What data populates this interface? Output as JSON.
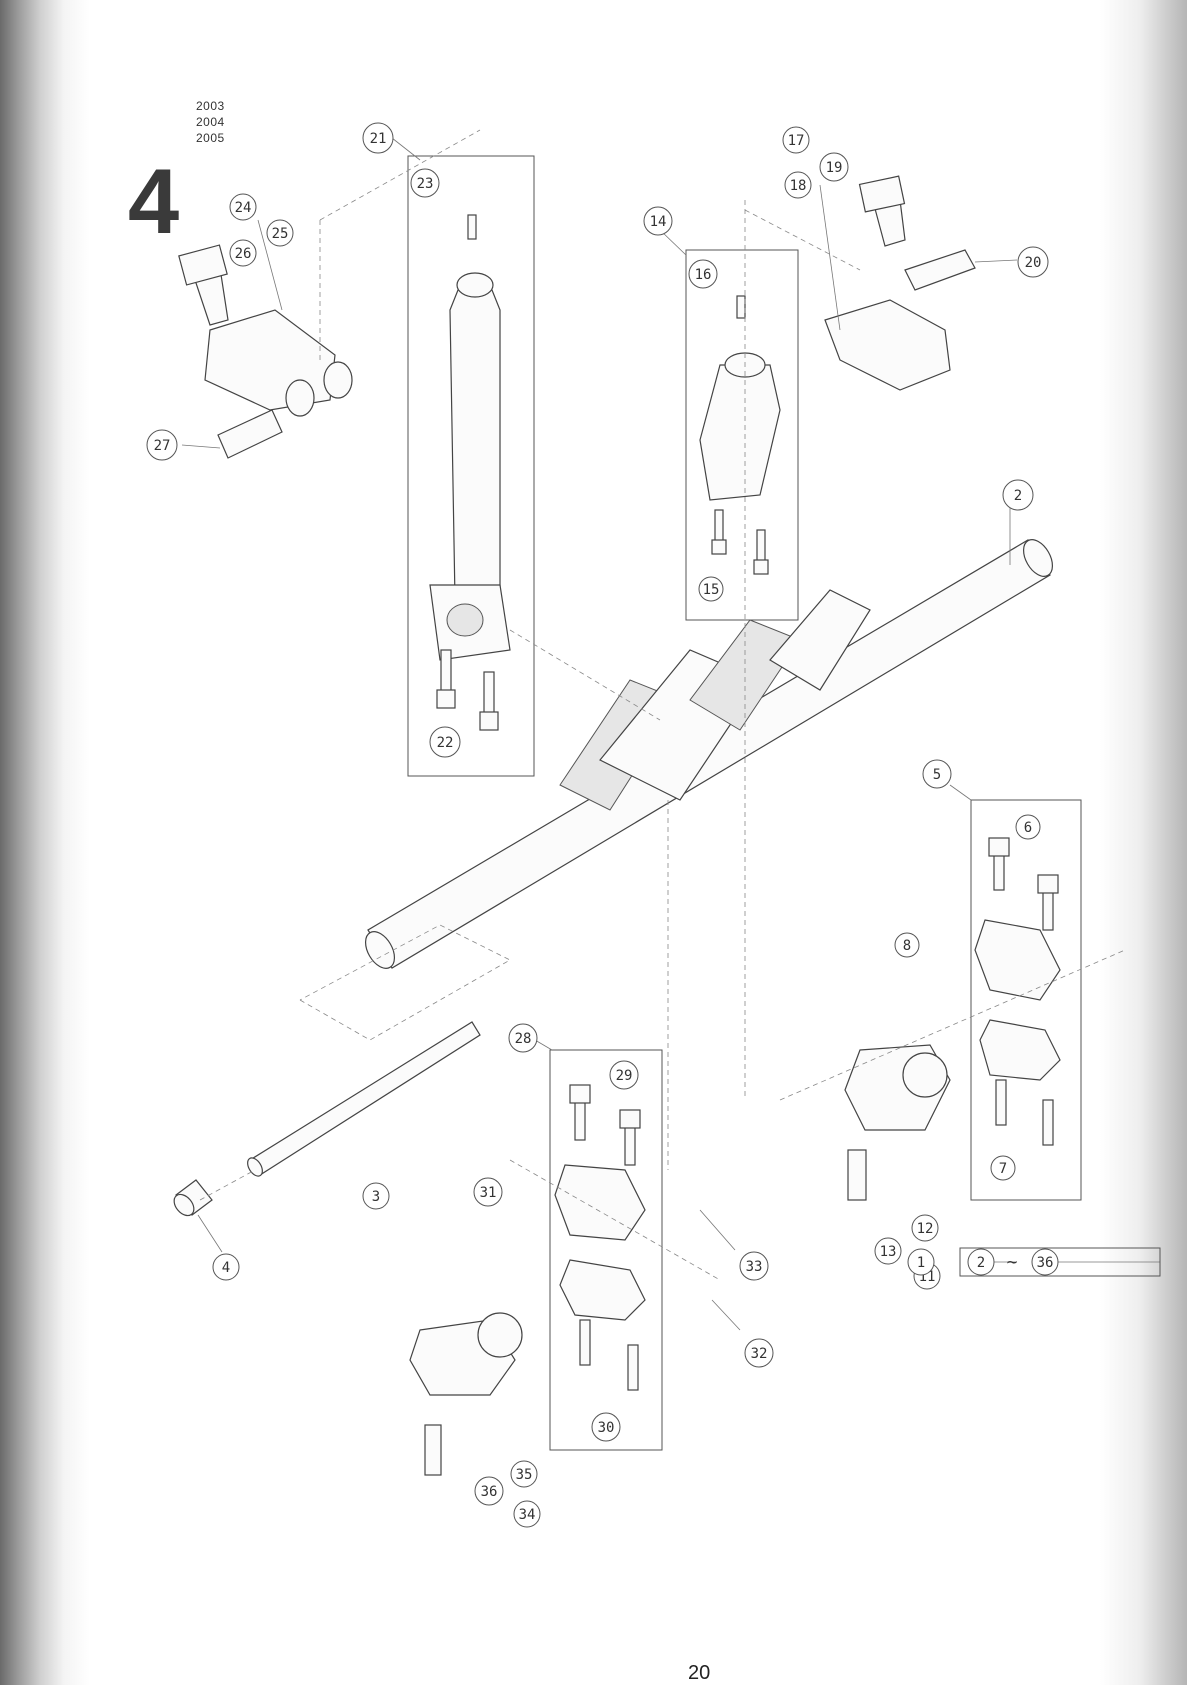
{
  "header": {
    "years": [
      "2003",
      "2004",
      "2005"
    ],
    "section_number": "4"
  },
  "page_number": "20",
  "callouts": [
    "21",
    "23",
    "24",
    "25",
    "26",
    "27",
    "14",
    "16",
    "15",
    "17",
    "18",
    "19",
    "20",
    "2",
    "22",
    "5",
    "6",
    "7",
    "8",
    "28",
    "29",
    "3",
    "4",
    "31",
    "30",
    "33",
    "32",
    "13",
    "12",
    "11",
    "35",
    "36",
    "34",
    "1"
  ],
  "assembly_legend": {
    "from": "2",
    "separator": "~",
    "to": "36",
    "root": "1"
  }
}
